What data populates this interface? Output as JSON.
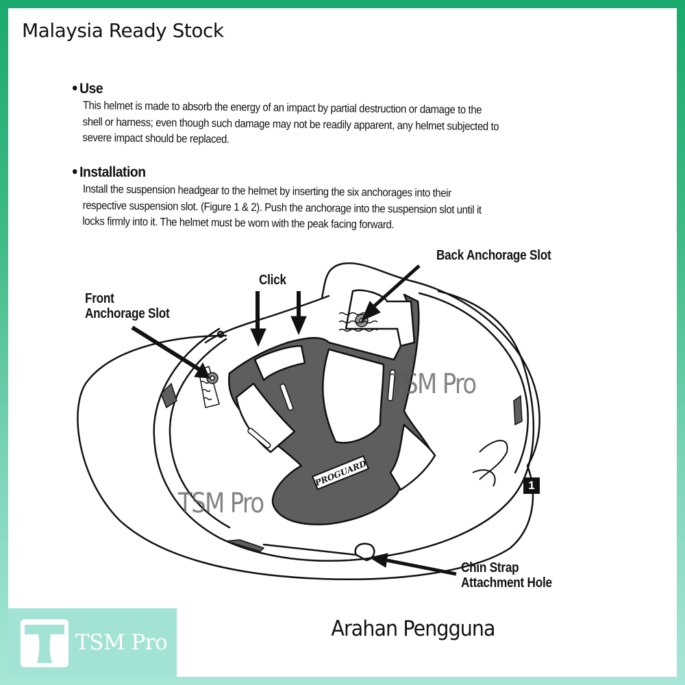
{
  "header": {
    "title": "Malaysia Ready Stock"
  },
  "manual": {
    "use": {
      "heading": "Use",
      "lines": [
        "This helmet is made to absorb the energy of an impact by partial destruction or damage to the",
        "shell or harness; even though such damage may not be readily apparent, any helmet subjected to",
        "severe impact should be replaced."
      ]
    },
    "installation": {
      "heading": "Installation",
      "lines": [
        "Install the suspension headgear to the helmet by inserting the six anchorages into their",
        "respective suspension slot. (Figure 1 & 2). Push the anchorage into the suspension slot until it",
        "locks firmly into it. The helmet must be worn with the peak facing forward."
      ]
    }
  },
  "diagram": {
    "labels": {
      "back_anchorage": "Back Anchorage Slot",
      "click": "Click",
      "front_anchorage_line1": "Front",
      "front_anchorage_line2": "Anchorage Slot",
      "chin_strap_line1": "Chin Strap",
      "chin_strap_line2": "Attachment Hole"
    },
    "brand_tag": "PROGUARD",
    "figure_number": "1",
    "watermark": "TSM Pro",
    "colors": {
      "harness": "#5e5e5e",
      "outline": "#111111"
    }
  },
  "footer": {
    "logo_letter": "T",
    "logo_text": "TSM Pro",
    "caption": "Arahan Pengguna"
  },
  "theme": {
    "border_top": "#1aaa6e",
    "border_bottom": "#a8e6d8",
    "logo_panel": "#a3e3d5"
  }
}
